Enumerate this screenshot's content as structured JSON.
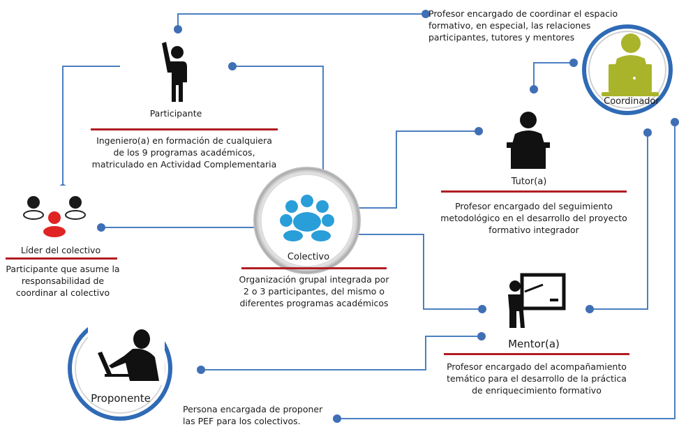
{
  "nodes": {
    "coordinador": {
      "label": "Coordinador",
      "description": "Profesor encargado de coordinar el espacio\nformativo, en especial, las relaciones\nparticipantes, tutores y mentores"
    },
    "participante": {
      "label": "Participante",
      "description": "Ingeniero(a) en formación de cualquiera\nde los 9 programas académicos,\nmatriculado en Actividad Complementaria"
    },
    "tutor": {
      "label": "Tutor(a)",
      "description": "Profesor encargado del seguimiento\nmetodológico en el desarrollo del proyecto\nformativo integrador"
    },
    "lider": {
      "label": "Líder del colectivo",
      "description": "Participante que asume la\nresponsabilidad de\ncoordinar al colectivo"
    },
    "colectivo": {
      "label": "Colectivo",
      "description": "Organización grupal integrada por\n2 o 3 participantes, del mismo o\ndiferentes programas académicos"
    },
    "mentor": {
      "label": "Mentor(a)",
      "description": "Profesor encargado del acompañamiento\ntemático para el desarrollo de la práctica\nde enriquecimiento formativo"
    },
    "proponente": {
      "label": "Proponente",
      "description": "Persona encargada de  proponer\nlas PEF para los colectivos."
    }
  },
  "colors": {
    "connector": "#4a7fc1",
    "dot": "#3f6fb5",
    "rule": "#b01c23",
    "ring": "#2f6ab5",
    "coordinador_screen": "#a9b42a",
    "colectivo_people": "#2a9ed8",
    "lider_center": "#e02424"
  }
}
